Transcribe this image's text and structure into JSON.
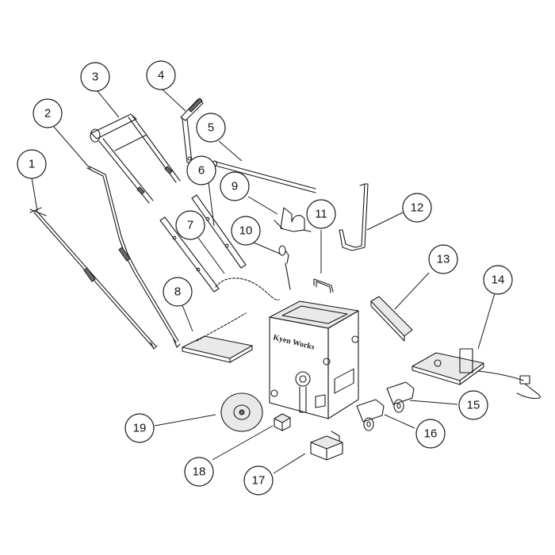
{
  "diagram": {
    "brand_label": "Kyen Works",
    "callouts": [
      {
        "id": 1,
        "label": "1"
      },
      {
        "id": 2,
        "label": "2"
      },
      {
        "id": 3,
        "label": "3"
      },
      {
        "id": 4,
        "label": "4"
      },
      {
        "id": 5,
        "label": "5"
      },
      {
        "id": 6,
        "label": "6"
      },
      {
        "id": 7,
        "label": "7"
      },
      {
        "id": 8,
        "label": "8"
      },
      {
        "id": 9,
        "label": "9"
      },
      {
        "id": 10,
        "label": "10"
      },
      {
        "id": 11,
        "label": "11"
      },
      {
        "id": 12,
        "label": "12"
      },
      {
        "id": 13,
        "label": "13"
      },
      {
        "id": 14,
        "label": "14"
      },
      {
        "id": 15,
        "label": "15"
      },
      {
        "id": 16,
        "label": "16"
      },
      {
        "id": 17,
        "label": "17"
      },
      {
        "id": 18,
        "label": "18"
      },
      {
        "id": 19,
        "label": "19"
      }
    ],
    "colors": {
      "line": "#1a1a1a",
      "fill": "#e9e9e9",
      "background": "#ffffff"
    }
  }
}
